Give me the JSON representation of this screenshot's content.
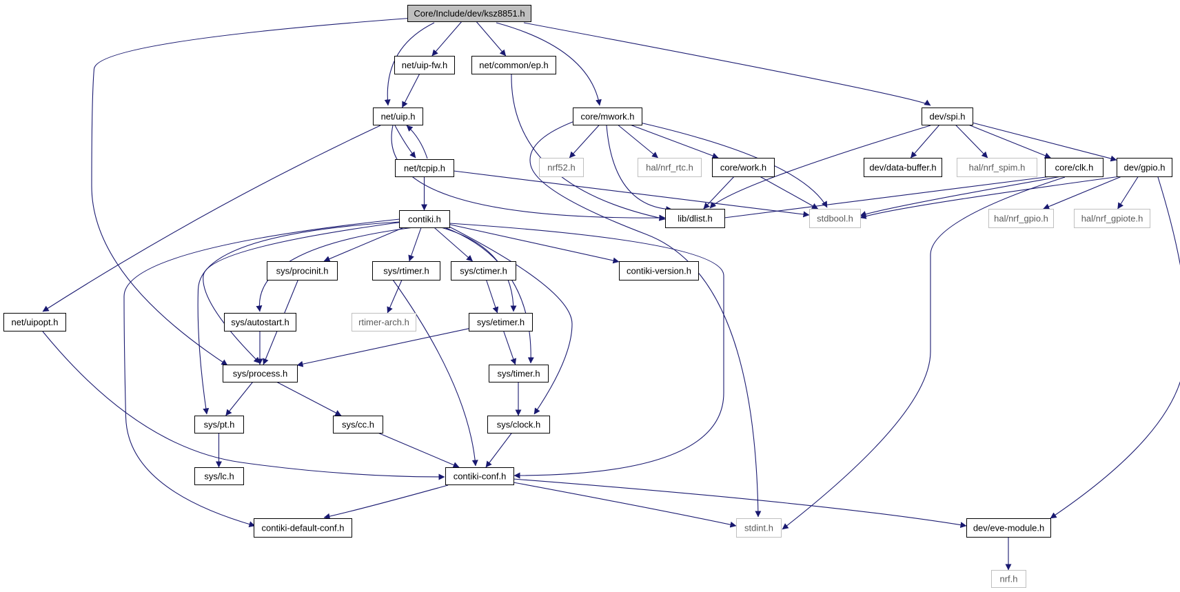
{
  "graph": {
    "colors": {
      "edge": "#191970",
      "root_fill": "#bfbfbf",
      "box_border": "#000000",
      "external_border": "#bfbfbf",
      "external_text": "#5a5a5a"
    },
    "nodes": [
      {
        "id": "root",
        "label": "Core/Include/dev/ksz8851.h",
        "kind": "root"
      },
      {
        "id": "uipfw",
        "label": "net/uip-fw.h",
        "kind": "file"
      },
      {
        "id": "ep",
        "label": "net/common/ep.h",
        "kind": "file"
      },
      {
        "id": "uip",
        "label": "net/uip.h",
        "kind": "file"
      },
      {
        "id": "mwork",
        "label": "core/mwork.h",
        "kind": "file"
      },
      {
        "id": "spi",
        "label": "dev/spi.h",
        "kind": "file"
      },
      {
        "id": "tcpip",
        "label": "net/tcpip.h",
        "kind": "file"
      },
      {
        "id": "nrf52",
        "label": "nrf52.h",
        "kind": "external"
      },
      {
        "id": "rtc",
        "label": "hal/nrf_rtc.h",
        "kind": "external"
      },
      {
        "id": "work",
        "label": "core/work.h",
        "kind": "file"
      },
      {
        "id": "databuf",
        "label": "dev/data-buffer.h",
        "kind": "file"
      },
      {
        "id": "spim",
        "label": "hal/nrf_spim.h",
        "kind": "external"
      },
      {
        "id": "clk",
        "label": "core/clk.h",
        "kind": "file"
      },
      {
        "id": "gpio",
        "label": "dev/gpio.h",
        "kind": "file"
      },
      {
        "id": "contiki",
        "label": "contiki.h",
        "kind": "file"
      },
      {
        "id": "dlist",
        "label": "lib/dlist.h",
        "kind": "file"
      },
      {
        "id": "stdbool",
        "label": "stdbool.h",
        "kind": "external"
      },
      {
        "id": "nrfgpio",
        "label": "hal/nrf_gpio.h",
        "kind": "external"
      },
      {
        "id": "gpiote",
        "label": "hal/nrf_gpiote.h",
        "kind": "external"
      },
      {
        "id": "procinit",
        "label": "sys/procinit.h",
        "kind": "file"
      },
      {
        "id": "rtimer",
        "label": "sys/rtimer.h",
        "kind": "file"
      },
      {
        "id": "ctimer",
        "label": "sys/ctimer.h",
        "kind": "file"
      },
      {
        "id": "version",
        "label": "contiki-version.h",
        "kind": "file"
      },
      {
        "id": "uipopt",
        "label": "net/uipopt.h",
        "kind": "file"
      },
      {
        "id": "autostart",
        "label": "sys/autostart.h",
        "kind": "file"
      },
      {
        "id": "rtimerarch",
        "label": "rtimer-arch.h",
        "kind": "external"
      },
      {
        "id": "etimer",
        "label": "sys/etimer.h",
        "kind": "file"
      },
      {
        "id": "process",
        "label": "sys/process.h",
        "kind": "file"
      },
      {
        "id": "timer",
        "label": "sys/timer.h",
        "kind": "file"
      },
      {
        "id": "pt",
        "label": "sys/pt.h",
        "kind": "file"
      },
      {
        "id": "cc",
        "label": "sys/cc.h",
        "kind": "file"
      },
      {
        "id": "clock",
        "label": "sys/clock.h",
        "kind": "file"
      },
      {
        "id": "lc",
        "label": "sys/lc.h",
        "kind": "file"
      },
      {
        "id": "conf",
        "label": "contiki-conf.h",
        "kind": "file"
      },
      {
        "id": "defconf",
        "label": "contiki-default-conf.h",
        "kind": "file"
      },
      {
        "id": "stdint",
        "label": "stdint.h",
        "kind": "external"
      },
      {
        "id": "eve",
        "label": "dev/eve-module.h",
        "kind": "file"
      },
      {
        "id": "nrf",
        "label": "nrf.h",
        "kind": "external"
      }
    ],
    "edges": [
      [
        "root",
        "uipfw"
      ],
      [
        "root",
        "ep"
      ],
      [
        "root",
        "uip"
      ],
      [
        "root",
        "mwork"
      ],
      [
        "root",
        "spi"
      ],
      [
        "root",
        "process"
      ],
      [
        "uipfw",
        "uip"
      ],
      [
        "ep",
        "dlist"
      ],
      [
        "uip",
        "tcpip"
      ],
      [
        "uip",
        "dlist"
      ],
      [
        "uip",
        "uipopt"
      ],
      [
        "tcpip",
        "uip"
      ],
      [
        "tcpip",
        "contiki"
      ],
      [
        "tcpip",
        "stdbool"
      ],
      [
        "mwork",
        "nrf52"
      ],
      [
        "mwork",
        "rtc"
      ],
      [
        "mwork",
        "work"
      ],
      [
        "mwork",
        "dlist"
      ],
      [
        "mwork",
        "stdbool"
      ],
      [
        "mwork",
        "stdint"
      ],
      [
        "work",
        "dlist"
      ],
      [
        "work",
        "stdbool"
      ],
      [
        "spi",
        "databuf"
      ],
      [
        "spi",
        "spim"
      ],
      [
        "spi",
        "clk"
      ],
      [
        "spi",
        "gpio"
      ],
      [
        "spi",
        "dlist"
      ],
      [
        "clk",
        "dlist"
      ],
      [
        "clk",
        "stdbool"
      ],
      [
        "clk",
        "stdint"
      ],
      [
        "gpio",
        "nrfgpio"
      ],
      [
        "gpio",
        "gpiote"
      ],
      [
        "gpio",
        "stdbool"
      ],
      [
        "gpio",
        "eve"
      ],
      [
        "contiki",
        "procinit"
      ],
      [
        "contiki",
        "rtimer"
      ],
      [
        "contiki",
        "ctimer"
      ],
      [
        "contiki",
        "version"
      ],
      [
        "contiki",
        "autostart"
      ],
      [
        "contiki",
        "etimer"
      ],
      [
        "contiki",
        "process"
      ],
      [
        "contiki",
        "timer"
      ],
      [
        "contiki",
        "pt"
      ],
      [
        "contiki",
        "clock"
      ],
      [
        "contiki",
        "conf"
      ],
      [
        "contiki",
        "defconf"
      ],
      [
        "procinit",
        "process"
      ],
      [
        "autostart",
        "process"
      ],
      [
        "rtimer",
        "rtimerarch"
      ],
      [
        "rtimer",
        "conf"
      ],
      [
        "ctimer",
        "etimer"
      ],
      [
        "etimer",
        "process"
      ],
      [
        "etimer",
        "timer"
      ],
      [
        "timer",
        "clock"
      ],
      [
        "clock",
        "conf"
      ],
      [
        "process",
        "pt"
      ],
      [
        "process",
        "cc"
      ],
      [
        "pt",
        "lc"
      ],
      [
        "cc",
        "conf"
      ],
      [
        "uipopt",
        "conf"
      ],
      [
        "conf",
        "defconf"
      ],
      [
        "conf",
        "stdint"
      ],
      [
        "conf",
        "eve"
      ],
      [
        "eve",
        "nrf"
      ]
    ]
  }
}
